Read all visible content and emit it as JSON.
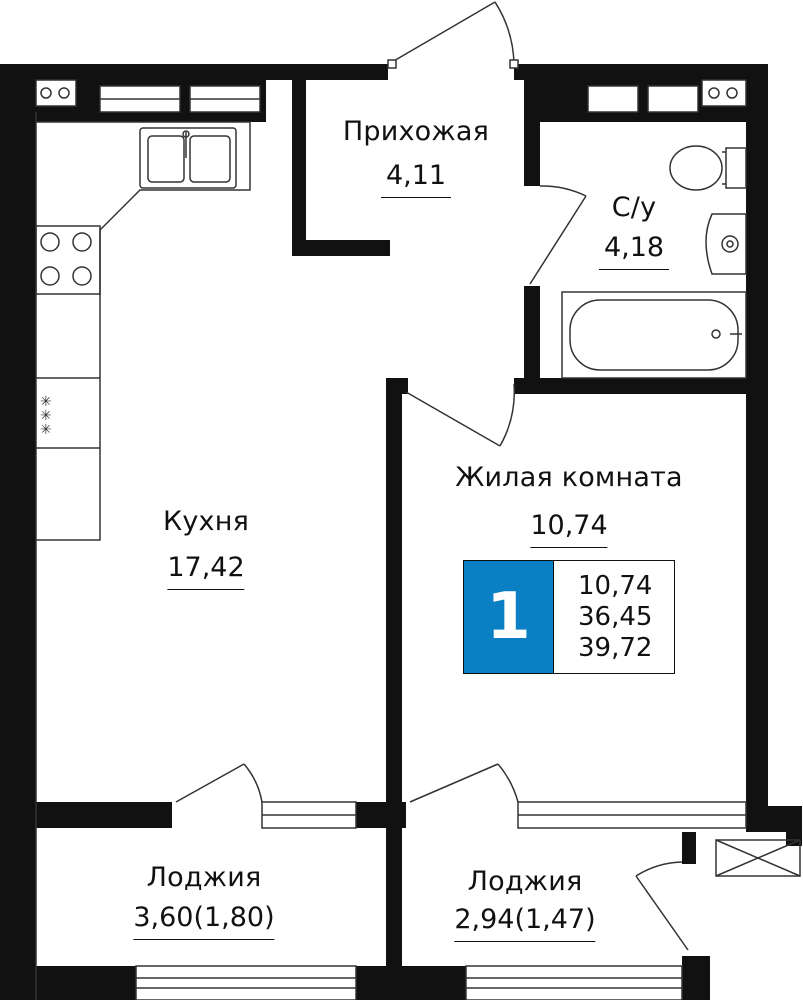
{
  "rooms": {
    "hallway": {
      "name": "Прихожая",
      "area": "4,11"
    },
    "bathroom": {
      "name": "С/у",
      "area": "4,18"
    },
    "living_room": {
      "name": "Жилая комната",
      "area": "10,74"
    },
    "kitchen": {
      "name": "Кухня",
      "area": "17,42"
    },
    "loggia_left": {
      "name": "Лоджия",
      "area": "3,60(1,80)"
    },
    "loggia_right": {
      "name": "Лоджия",
      "area": "2,94(1,47)"
    }
  },
  "summary": {
    "rooms_count": "1",
    "living_area": "10,74",
    "total_area": "36,45",
    "total_area_with_loggia": "39,72",
    "badge_color": "#0a7fc4"
  },
  "colors": {
    "wall": "#111111",
    "line": "#333333",
    "background": "#ffffff"
  }
}
